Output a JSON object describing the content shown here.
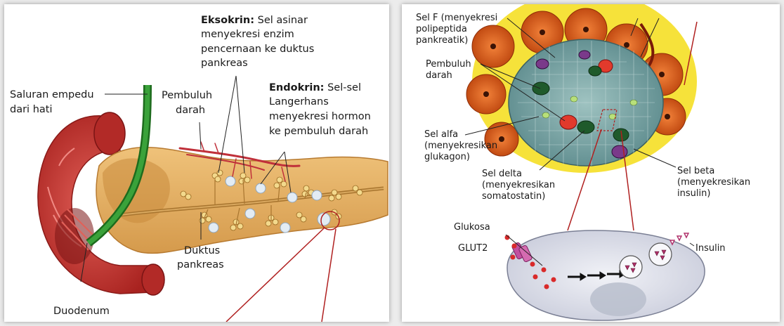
{
  "left_panel": {
    "eksokrin": {
      "title": "Eksokrin:",
      "line1": "Sel asinar",
      "line2": "menyekresi enzim",
      "line3": "pencernaan ke duktus",
      "line4": "pankreas"
    },
    "endokrin": {
      "title": "Endokrin:",
      "line1": "Sel-sel",
      "line2": "Langerhans",
      "line3": "menyekresi hormon",
      "line4": "ke pembuluh darah"
    },
    "saluran_empedu": {
      "line1": "Saluran empedu",
      "line2": "dari hati"
    },
    "pembuluh_darah": {
      "line1": "Pembuluh",
      "line2": "darah"
    },
    "duktus_pankreas": {
      "line1": "Duktus",
      "line2": "pankreas"
    },
    "duodenum": "Duodenum"
  },
  "right_panel": {
    "sel_f": {
      "line1": "Sel F (menyekresi",
      "line2": "polipeptida",
      "line3": "pankreatik)"
    },
    "pembuluh_darah": {
      "line1": "Pembuluh",
      "line2": "darah"
    },
    "sel_alfa": {
      "line1": "Sel alfa",
      "line2": "(menyekresikan",
      "line3": "glukagon)"
    },
    "sel_delta": {
      "line1": "Sel delta",
      "line2": "(menyekresikan",
      "line3": "somatostatin)"
    },
    "sel_beta": {
      "line1": "Sel beta",
      "line2": "(menyekresikan",
      "line3": "insulin)"
    },
    "glukosa": "Glukosa",
    "glut2": "GLUT2",
    "insulin": "Insulin"
  },
  "colors": {
    "duodenum": "#c8322e",
    "pancreas": "#e8b56a",
    "bile_duct": "#2e8b2e",
    "islet_bg": "#f6e23a",
    "acinar": "#e0661e",
    "islet_cells": "#7aa7a8",
    "beta_cell_body": "#dfe2ec"
  }
}
